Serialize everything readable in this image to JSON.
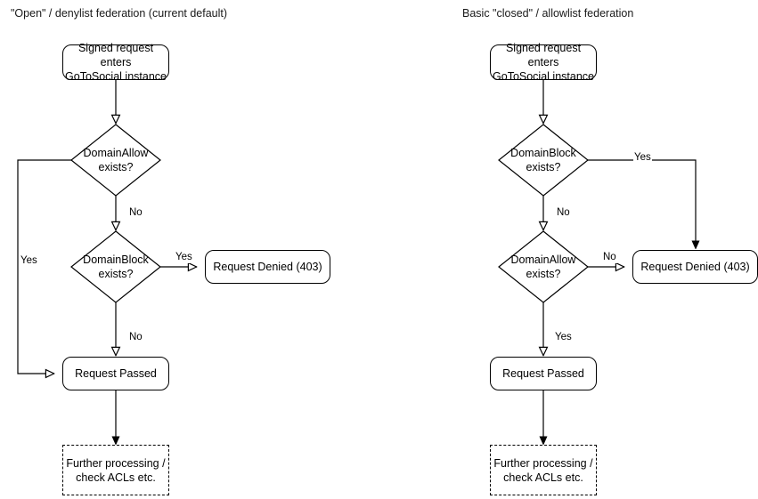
{
  "diagram": {
    "title_left": "\"Open\" / denylist federation (current default)",
    "title_right": "Basic \"closed\" / allowlist federation",
    "stroke_color": "#000000",
    "text_color": "#000000",
    "background": "#ffffff"
  },
  "left_flow": {
    "start": "Signed request enters\nGoToSocial instance",
    "decision_1": "DomainAllow\nexists?",
    "decision_2": "DomainBlock\nexists?",
    "denied": "Request Denied (403)",
    "passed": "Request Passed",
    "further": "Further processing /\ncheck ACLs etc.",
    "labels": {
      "allow_no": "No",
      "allow_yes": "Yes",
      "block_yes": "Yes",
      "block_no": "No"
    }
  },
  "right_flow": {
    "start": "Signed request enters\nGoToSocial instance",
    "decision_1": "DomainBlock\nexists?",
    "decision_2": "DomainAllow\nexists?",
    "denied": "Request Denied (403)",
    "passed": "Request Passed",
    "further": "Further processing /\ncheck ACLs etc.",
    "labels": {
      "block_yes": "Yes",
      "block_no": "No",
      "allow_no": "No",
      "allow_yes": "Yes"
    }
  }
}
